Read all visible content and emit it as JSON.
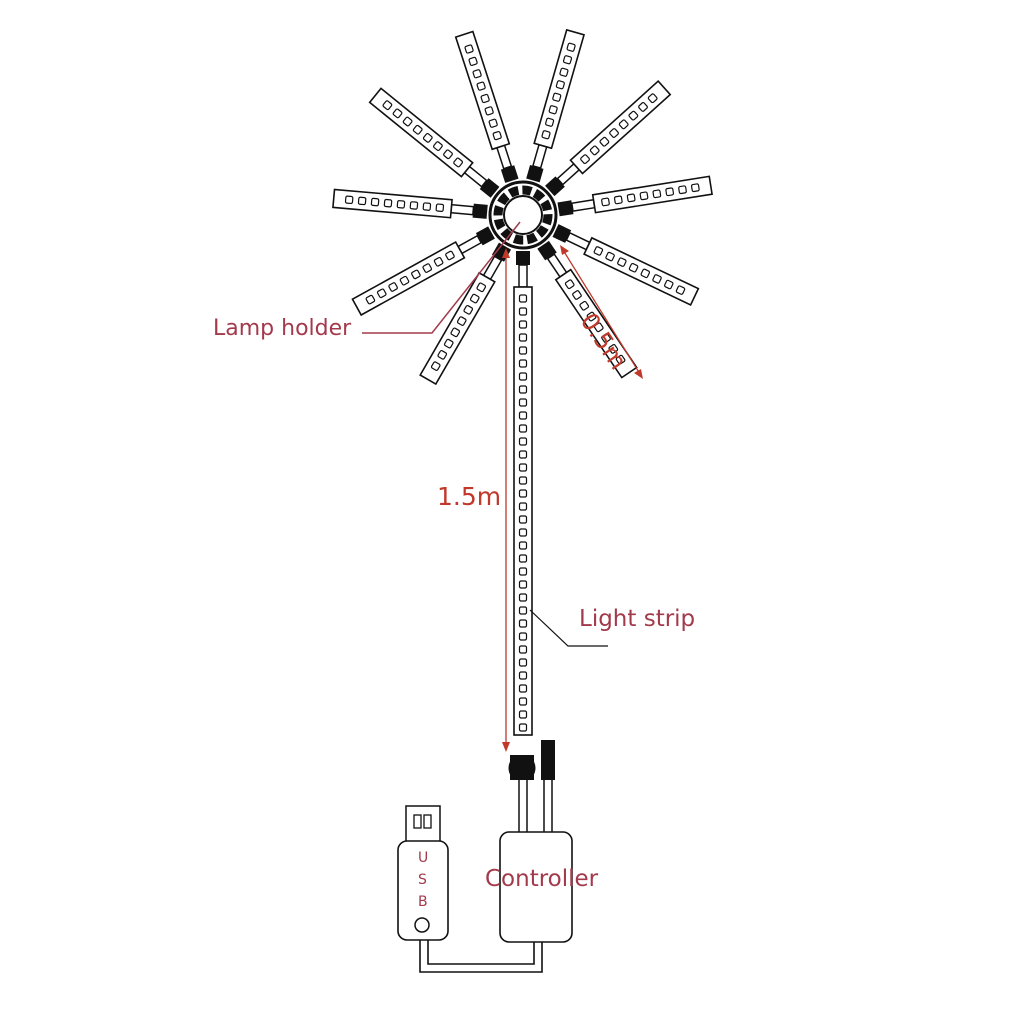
{
  "labels": {
    "lamp_holder": "Lamp holder",
    "light_strip": "Light strip",
    "long_length": "1.5m",
    "short_length": "0.5m",
    "controller": "Controller",
    "usb_letters": [
      "U",
      "S",
      "B"
    ]
  },
  "colors": {
    "line": "#111111",
    "label": "#a33a4c",
    "dimension": "#c0392b"
  }
}
